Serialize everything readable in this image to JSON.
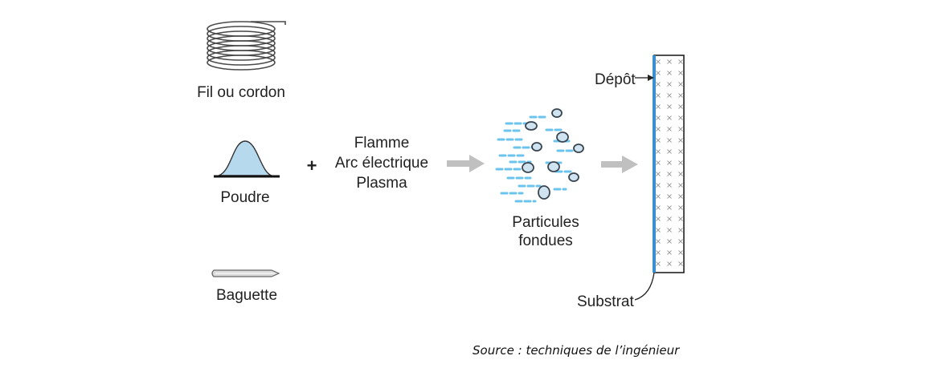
{
  "materials": {
    "wire": "Fil ou cordon",
    "powder": "Poudre",
    "rod": "Baguette"
  },
  "plus": "+",
  "heat_sources": [
    "Flamme",
    "Arc électrique",
    "Plasma"
  ],
  "particles": [
    "Particules",
    "fondues"
  ],
  "deposit": "Dépôt",
  "substrate": "Substrat",
  "source": "Source : techniques de l’ingénieur",
  "colors": {
    "particle_fill": "#cfe3f0",
    "streak": "#6cc4ee",
    "deposit_layer": "#3a8fd0",
    "arrow": "#c0c0c0"
  }
}
